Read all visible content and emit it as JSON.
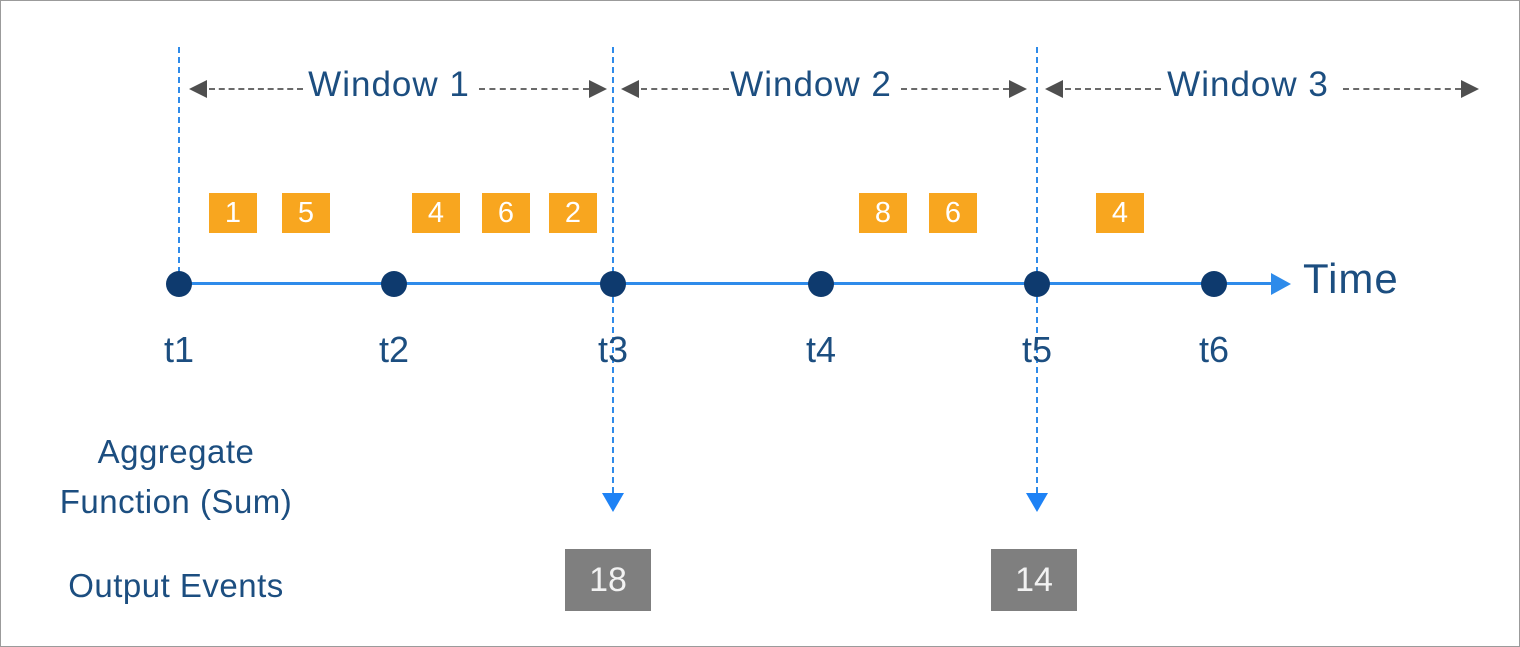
{
  "palette": {
    "accent_blue": "#2e8bea",
    "arrow_blue": "#1e82f5",
    "navy_dot": "#0e3a6e",
    "label_blue": "#1c4e80",
    "event_orange": "#f8a61f",
    "output_gray": "#7f7f7f",
    "span_arrow_gray": "#4f4f4f"
  },
  "windows": [
    {
      "label": "Window 1"
    },
    {
      "label": "Window 2"
    },
    {
      "label": "Window 3"
    }
  ],
  "events": [
    {
      "value": "1",
      "window": 1
    },
    {
      "value": "5",
      "window": 1
    },
    {
      "value": "4",
      "window": 1
    },
    {
      "value": "6",
      "window": 1
    },
    {
      "value": "2",
      "window": 1
    },
    {
      "value": "8",
      "window": 2
    },
    {
      "value": "6",
      "window": 2
    },
    {
      "value": "4",
      "window": 3
    }
  ],
  "timeline": {
    "axis_label": "Time",
    "ticks": [
      {
        "label": "t1"
      },
      {
        "label": "t2"
      },
      {
        "label": "t3"
      },
      {
        "label": "t4"
      },
      {
        "label": "t5"
      },
      {
        "label": "t6"
      }
    ]
  },
  "aggregate_label": {
    "line1": "Aggregate",
    "line2": "Function (Sum)"
  },
  "output": {
    "label": "Output Events",
    "events": [
      {
        "value": "18",
        "at_tick": "t3"
      },
      {
        "value": "14",
        "at_tick": "t5"
      }
    ]
  }
}
